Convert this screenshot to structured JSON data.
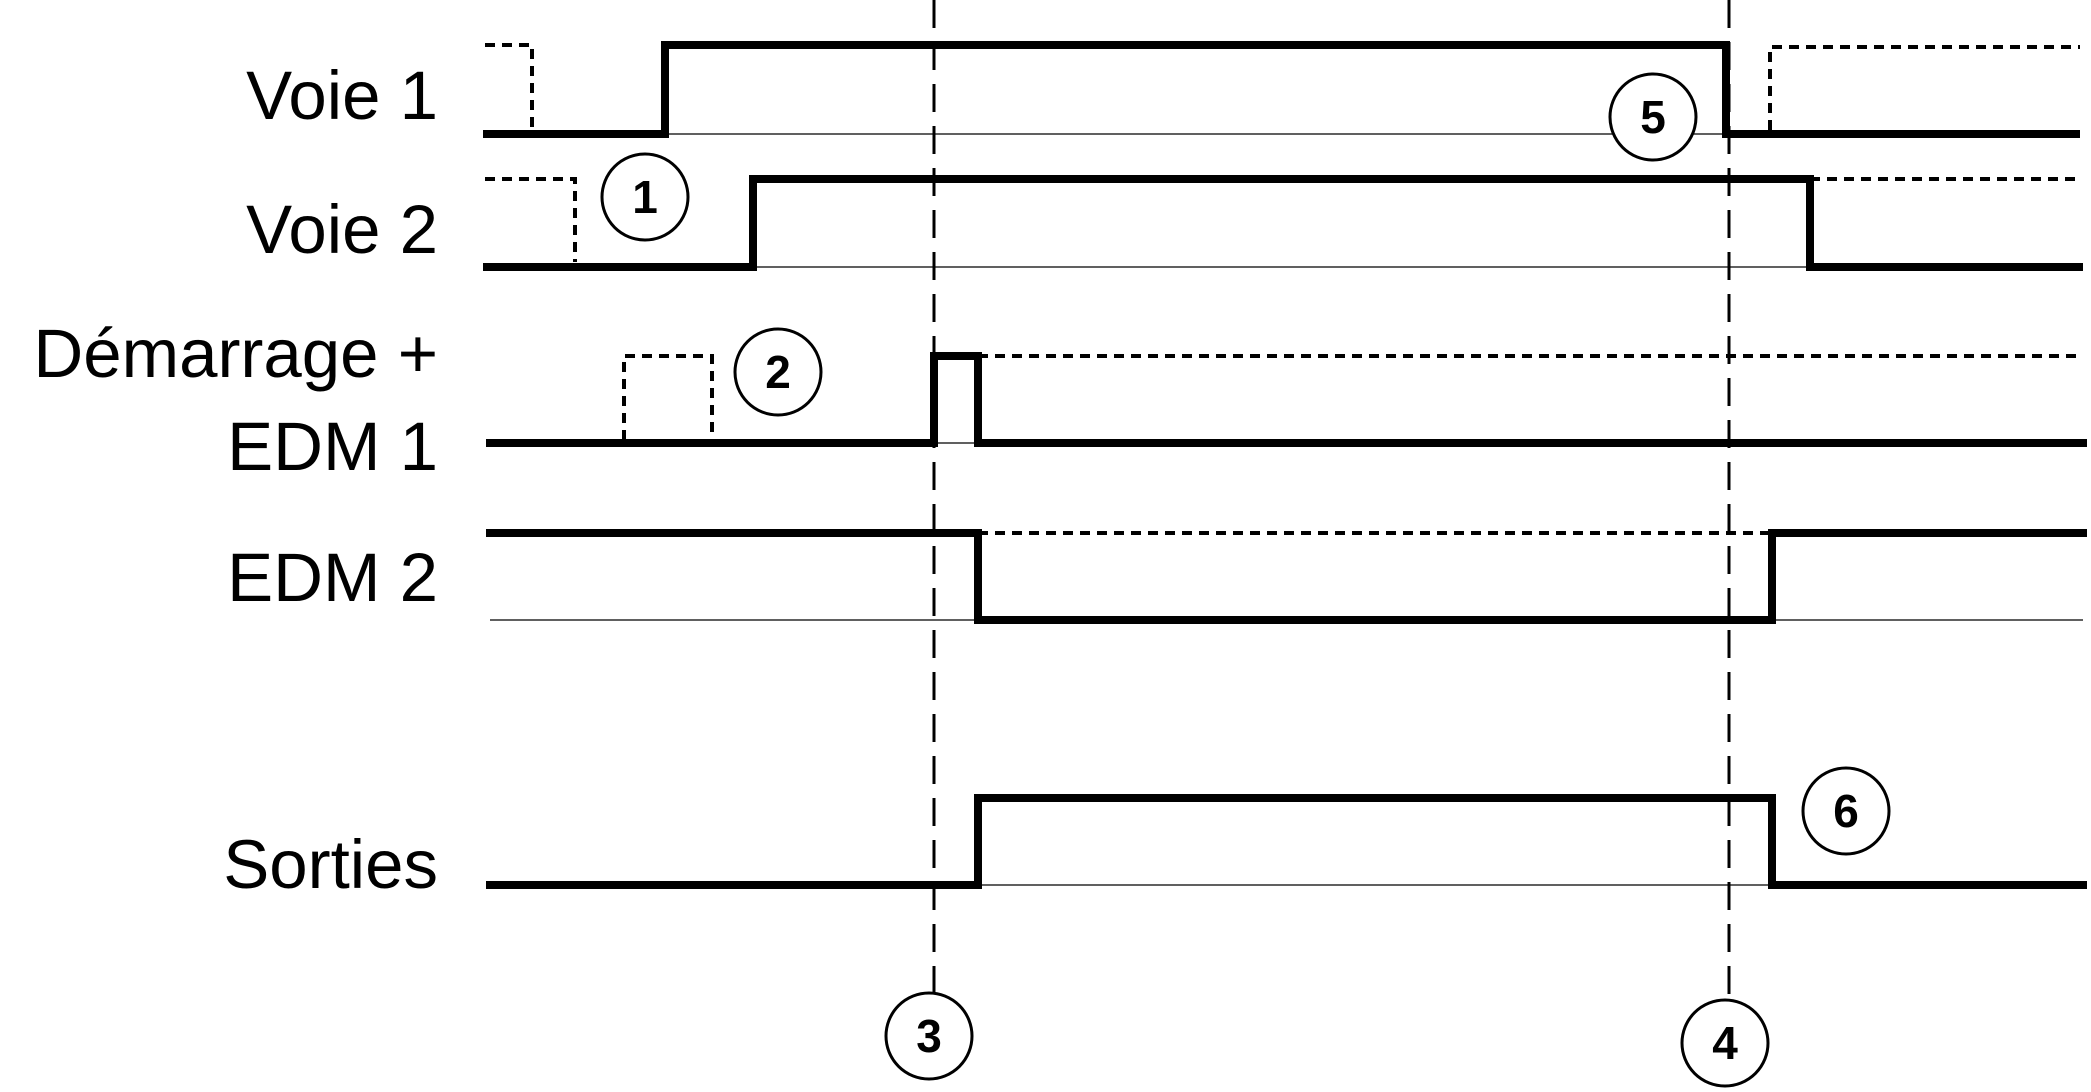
{
  "signals": [
    {
      "id": "voie1",
      "label_lines": [
        "Voie 1"
      ]
    },
    {
      "id": "voie2",
      "label_lines": [
        "Voie 2"
      ]
    },
    {
      "id": "demarrage",
      "label_lines": [
        "Démarrage +",
        "EDM 1"
      ]
    },
    {
      "id": "edm2",
      "label_lines": [
        "EDM 2"
      ]
    },
    {
      "id": "sorties",
      "label_lines": [
        "Sorties"
      ]
    }
  ],
  "markers": [
    "1",
    "2",
    "3",
    "4",
    "5",
    "6"
  ],
  "colors": {
    "line": "#000000",
    "background": "#ffffff"
  }
}
